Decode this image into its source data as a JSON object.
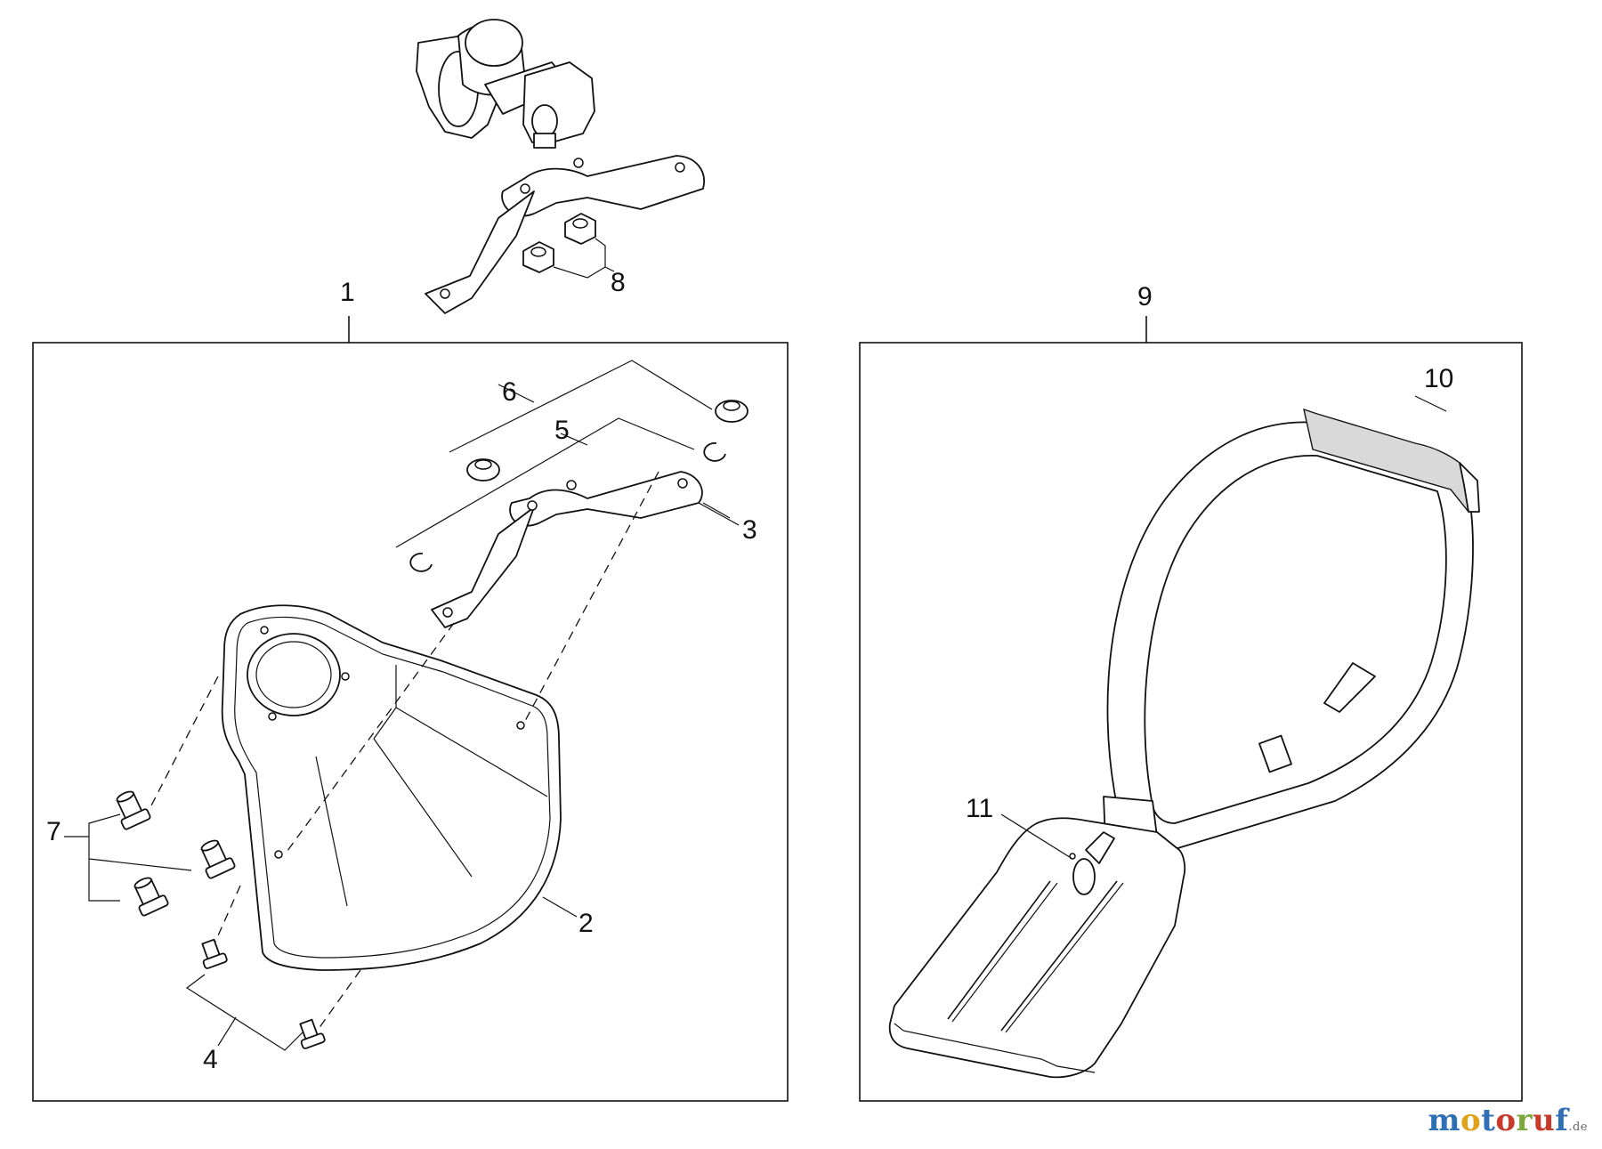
{
  "callouts": {
    "c1": "1",
    "c2": "2",
    "c3": "3",
    "c4": "4",
    "c5": "5",
    "c6": "6",
    "c7": "7",
    "c8": "8",
    "c9": "9",
    "c10": "10",
    "c11": "11"
  },
  "watermark": {
    "text": "motoruf",
    "tld": ".de",
    "colors": [
      "#2f6fb5",
      "#e0a21a",
      "#2f6fb5",
      "#c83a2a",
      "#7aa83a",
      "#c83a2a",
      "#2f6fb5"
    ]
  }
}
